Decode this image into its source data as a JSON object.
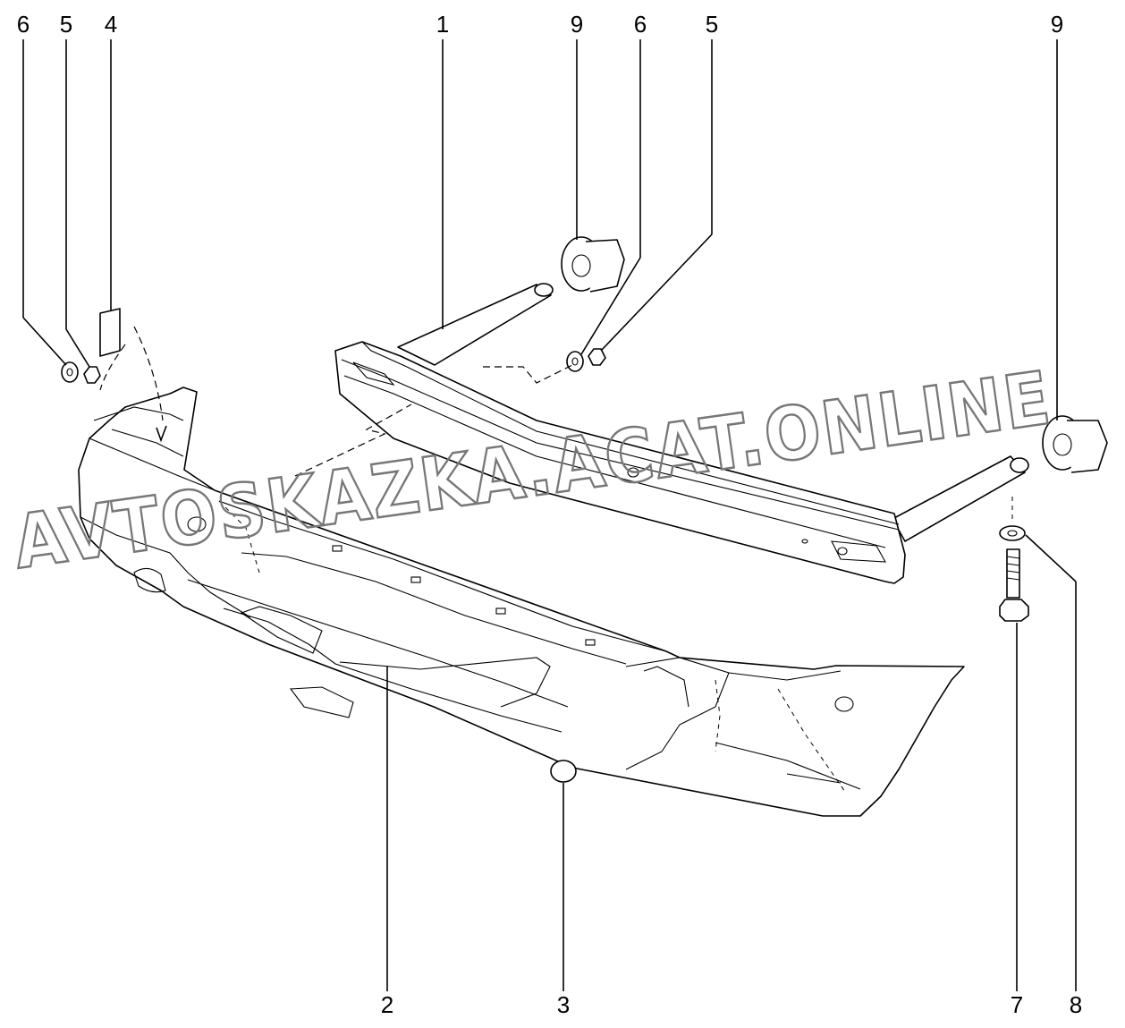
{
  "watermark": "AVTOSKAZKA.ACAT.ONLINE",
  "labels": {
    "top_left": [
      "6",
      "5",
      "4"
    ],
    "top_center": [
      "1",
      "9",
      "6",
      "5"
    ],
    "top_right": "9",
    "bottom": [
      "2",
      "3",
      "7",
      "8"
    ]
  }
}
